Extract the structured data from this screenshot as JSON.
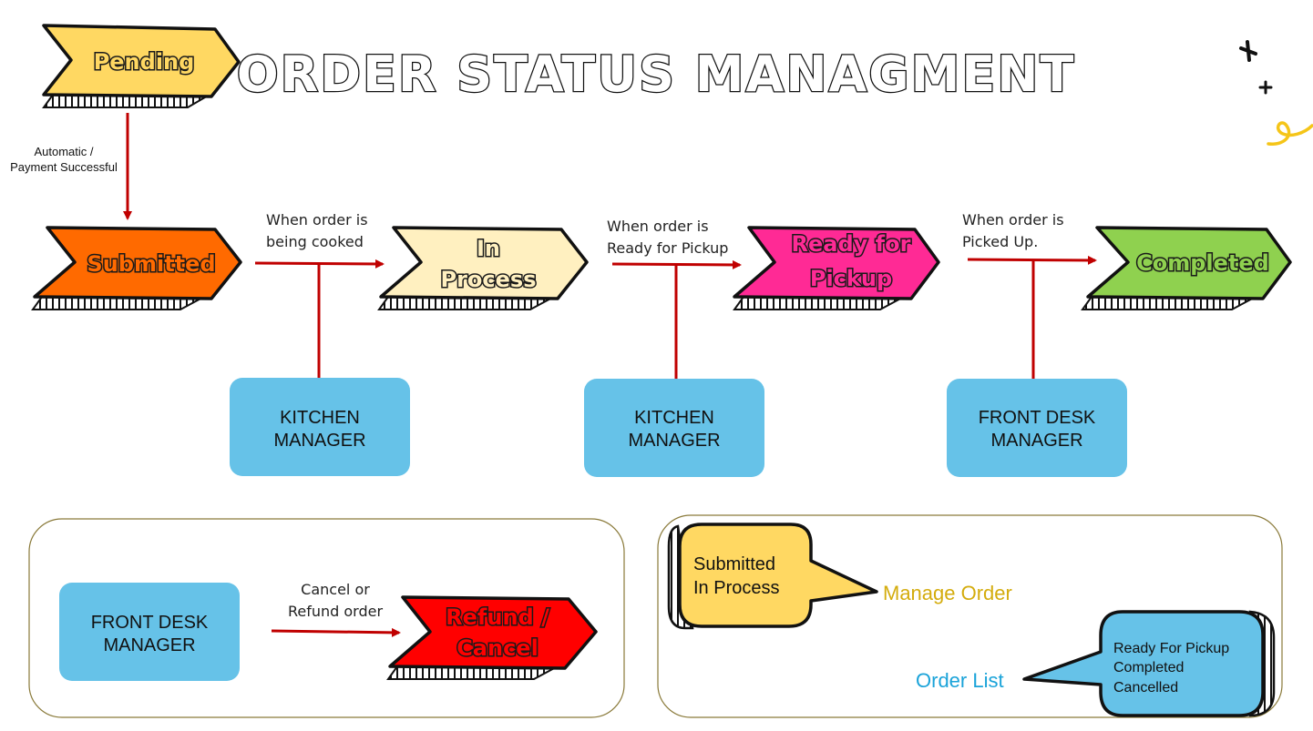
{
  "title": "ORDER STATUS MANAGMENT",
  "colors": {
    "arrow": "#c00000",
    "role_box": "#66c2e8",
    "pending": "#ffd862",
    "submitted": "#ff6a00",
    "in_process": "#fff0c0",
    "ready_for_pickup": "#ff2a95",
    "completed": "#8fd14f",
    "refund_cancel": "#ff0000",
    "manage_order": "#d4ac0d",
    "order_list": "#1aa3d9",
    "bubble_yellow": "#ffd862",
    "bubble_blue": "#66c2e8"
  },
  "statuses": {
    "pending": "Pending",
    "submitted": "Submitted",
    "in_process_line1": "In",
    "in_process_line2": "Process",
    "ready_line1": "Ready for",
    "ready_line2": "Pickup",
    "completed": "Completed",
    "refund_line1": "Refund /",
    "refund_line2": "Cancel"
  },
  "transitions": {
    "auto_line1": "Automatic /",
    "auto_line2": "Payment Successful",
    "cooked_line1": "When order is",
    "cooked_line2": "being cooked",
    "ready_line1": "When order is",
    "ready_line2": "Ready for Pickup",
    "picked_line1": "When order is",
    "picked_line2": "Picked Up.",
    "cancel_line1": "Cancel or",
    "cancel_line2": "Refund order"
  },
  "roles": {
    "kitchen_1_line1": "KITCHEN",
    "kitchen_1_line2": "MANAGER",
    "kitchen_2_line1": "KITCHEN",
    "kitchen_2_line2": "MANAGER",
    "front_desk_1_line1": "FRONT DESK",
    "front_desk_1_line2": "MANAGER",
    "front_desk_2_line1": "FRONT DESK",
    "front_desk_2_line2": "MANAGER"
  },
  "views": {
    "manage_order": {
      "label": "Manage Order",
      "items": [
        "Submitted",
        "In Process"
      ]
    },
    "order_list": {
      "label": "Order List",
      "items": [
        "Ready For Pickup",
        "Completed",
        "Cancelled"
      ]
    }
  }
}
